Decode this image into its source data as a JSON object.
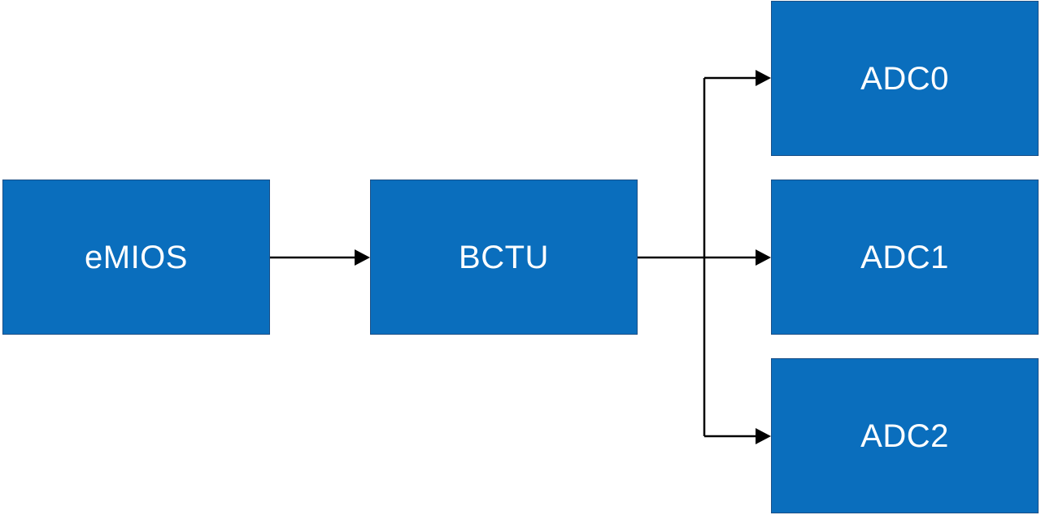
{
  "blocks": {
    "emios": {
      "label": "eMIOS"
    },
    "bctu": {
      "label": "BCTU"
    },
    "adc0": {
      "label": "ADC0"
    },
    "adc1": {
      "label": "ADC1"
    },
    "adc2": {
      "label": "ADC2"
    }
  },
  "colors": {
    "block_fill": "#0a6ebd",
    "block_border": "#1b4f86",
    "block_text": "#ffffff",
    "connector": "#000000"
  }
}
